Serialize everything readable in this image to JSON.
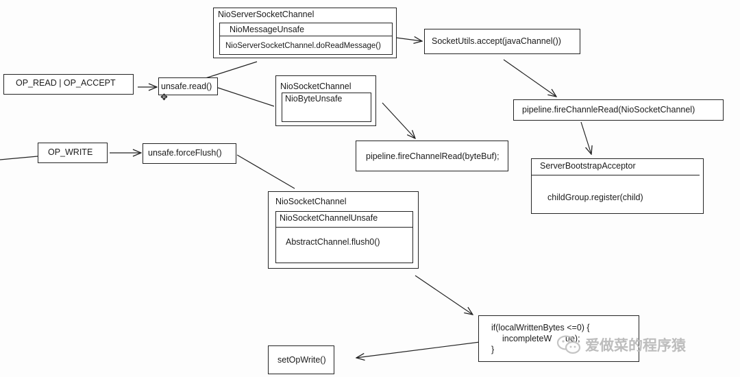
{
  "nodes": {
    "op_read_accept": "OP_READ | OP_ACCEPT",
    "unsafe_read": "unsafe.read()",
    "nio_server_socket_channel": "NioServerSocketChannel",
    "nio_message_unsafe": "NioMessageUnsafe",
    "do_read_message": "NioServerSocketChannel.doReadMessage()",
    "socket_utils_accept": "SocketUtils.accept(javaChannel())",
    "pipeline_fire_nio_channel": "pipeline.fireChannleRead(NioSocketChannel)",
    "server_bootstrap_acceptor": "ServerBootstrapAcceptor",
    "child_group_register": "childGroup.register(child)",
    "nio_socket_channel_read": "NioSocketChannel",
    "nio_byte_unsafe": "NioByteUnsafe",
    "pipeline_fire_bytebuf": "pipeline.fireChannelRead(byteBuf);",
    "op_write": "OP_WRITE",
    "unsafe_force_flush": "unsafe.forceFlush()",
    "nio_socket_channel_write": "NioSocketChannel",
    "nio_socket_channel_unsafe": "NioSocketChannelUnsafe",
    "abstract_channel_flush0": "AbstractChannel.flush0()",
    "if_line1": "if(localWrittenBytes <=0) {",
    "if_line2": "incompleteW",
    "if_line2_tail": "ue);",
    "if_line3": "}",
    "set_op_write": "setOpWrite()"
  },
  "watermark": {
    "text": "爱做菜的程序猿",
    "icon": "wechat-icon",
    "color": "#bdbdbd"
  },
  "colors": {
    "stroke": "#222222",
    "background": "#fdfdfd"
  }
}
